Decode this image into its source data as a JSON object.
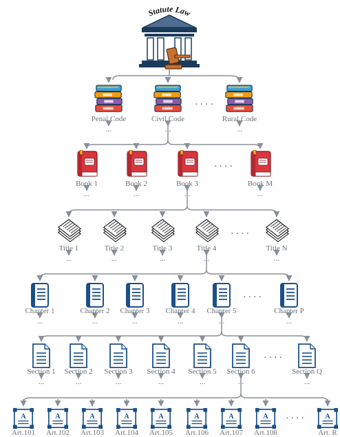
{
  "root": {
    "title": "Statute Law"
  },
  "codes": {
    "items": [
      {
        "label": "Penal Code",
        "dots": "..."
      },
      {
        "label": "Civil Code",
        "dots": "..."
      },
      {
        "label": "Rural Code",
        "dots": "..."
      }
    ],
    "ellipsis": "...."
  },
  "books": {
    "items": [
      {
        "label": "Book 1",
        "dots": "..."
      },
      {
        "label": "Book 2",
        "dots": "..."
      },
      {
        "label": "Book 3",
        "dots": "..."
      },
      {
        "label": "Book M",
        "dots": "..."
      }
    ],
    "ellipsis": "...."
  },
  "titles": {
    "items": [
      {
        "label": "Title 1",
        "dots": "..."
      },
      {
        "label": "Title 2",
        "dots": "..."
      },
      {
        "label": "Title 3",
        "dots": "..."
      },
      {
        "label": "Title 4",
        "dots": "..."
      },
      {
        "label": "Title N",
        "dots": "..."
      }
    ],
    "ellipsis": "...."
  },
  "chapters": {
    "items": [
      {
        "label": "Chapter 1",
        "dots": "..."
      },
      {
        "label": "Chapter 2",
        "dots": "..."
      },
      {
        "label": "Chapter 3",
        "dots": "..."
      },
      {
        "label": "Chapter 4",
        "dots": "..."
      },
      {
        "label": "Chapter 5",
        "dots": "..."
      },
      {
        "label": "Chapter P",
        "dots": "..."
      }
    ],
    "ellipsis": "...."
  },
  "sections": {
    "items": [
      {
        "label": "Section 1",
        "dots": "..."
      },
      {
        "label": "Section 2",
        "dots": "..."
      },
      {
        "label": "Section 3",
        "dots": "..."
      },
      {
        "label": "Section 4",
        "dots": "..."
      },
      {
        "label": "Section 5",
        "dots": "..."
      },
      {
        "label": "Section 6",
        "dots": "..."
      },
      {
        "label": "Section Q",
        "dots": "..."
      }
    ],
    "ellipsis": "...."
  },
  "articles": {
    "items": [
      {
        "label": "Art.101"
      },
      {
        "label": "Art.102"
      },
      {
        "label": "Art.103"
      },
      {
        "label": "Art.104"
      },
      {
        "label": "Art.105"
      },
      {
        "label": "Art.106"
      },
      {
        "label": "Art.107"
      },
      {
        "label": "Art.108"
      },
      {
        "label": "Art. R"
      }
    ],
    "ellipsis": "...."
  },
  "colors": {
    "connector": "#8a9099",
    "book_red": "#d9363e",
    "doc_blue": "#1b4f8a",
    "building": "#1b3a5c",
    "gavel": "#c8702e"
  }
}
